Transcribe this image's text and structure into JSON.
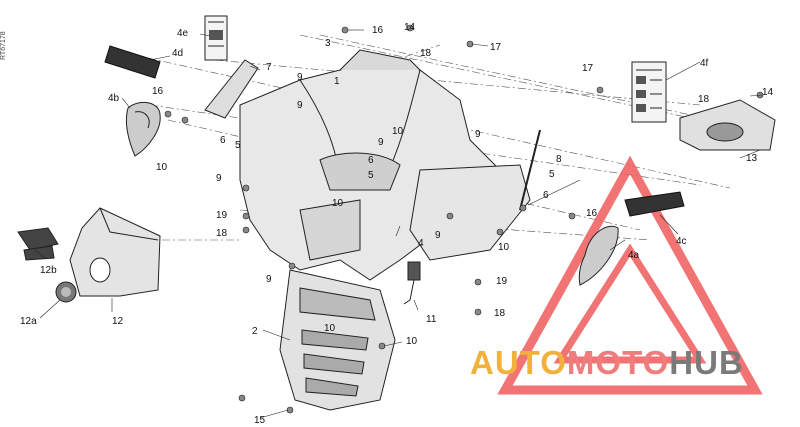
{
  "drawing_id": "RT67178",
  "watermark": {
    "part1": "AUTO",
    "part2": "MOTO",
    "part3": "HUB",
    "color1": "#f2b13a",
    "color2": "#ef7d7d",
    "color3": "#7a7a7a",
    "triangle_color": "#ef5b5b"
  },
  "callouts": [
    {
      "id": "c1",
      "text": "1"
    },
    {
      "id": "c2",
      "text": "2"
    },
    {
      "id": "c3",
      "text": "3"
    },
    {
      "id": "c4",
      "text": "4"
    },
    {
      "id": "c4a",
      "text": "4a"
    },
    {
      "id": "c4b",
      "text": "4b"
    },
    {
      "id": "c4c",
      "text": "4c"
    },
    {
      "id": "c4d",
      "text": "4d"
    },
    {
      "id": "c4e",
      "text": "4e"
    },
    {
      "id": "c4f",
      "text": "4f"
    },
    {
      "id": "c5a",
      "text": "5"
    },
    {
      "id": "c5b",
      "text": "5"
    },
    {
      "id": "c5c",
      "text": "5"
    },
    {
      "id": "c6a",
      "text": "6"
    },
    {
      "id": "c6b",
      "text": "6"
    },
    {
      "id": "c6c",
      "text": "6"
    },
    {
      "id": "c7",
      "text": "7"
    },
    {
      "id": "c8",
      "text": "8"
    },
    {
      "id": "c9a",
      "text": "9"
    },
    {
      "id": "c9b",
      "text": "9"
    },
    {
      "id": "c9c",
      "text": "9"
    },
    {
      "id": "c9d",
      "text": "9"
    },
    {
      "id": "c9e",
      "text": "9"
    },
    {
      "id": "c9f",
      "text": "9"
    },
    {
      "id": "c9g",
      "text": "9"
    },
    {
      "id": "c10a",
      "text": "10"
    },
    {
      "id": "c10b",
      "text": "10"
    },
    {
      "id": "c10c",
      "text": "10"
    },
    {
      "id": "c10d",
      "text": "10"
    },
    {
      "id": "c10e",
      "text": "10"
    },
    {
      "id": "c10f",
      "text": "10"
    },
    {
      "id": "c11",
      "text": "11"
    },
    {
      "id": "c12",
      "text": "12"
    },
    {
      "id": "c12a",
      "text": "12a"
    },
    {
      "id": "c12b",
      "text": "12b"
    },
    {
      "id": "c13",
      "text": "13"
    },
    {
      "id": "c14a",
      "text": "14"
    },
    {
      "id": "c14b",
      "text": "14"
    },
    {
      "id": "c15",
      "text": "15"
    },
    {
      "id": "c16a",
      "text": "16"
    },
    {
      "id": "c16b",
      "text": "16"
    },
    {
      "id": "c16c",
      "text": "16"
    },
    {
      "id": "c17a",
      "text": "17"
    },
    {
      "id": "c17b",
      "text": "17"
    },
    {
      "id": "c18a",
      "text": "18"
    },
    {
      "id": "c18b",
      "text": "18"
    },
    {
      "id": "c18c",
      "text": "18"
    },
    {
      "id": "c18d",
      "text": "18"
    },
    {
      "id": "c19a",
      "text": "19"
    },
    {
      "id": "c19b",
      "text": "19"
    }
  ]
}
